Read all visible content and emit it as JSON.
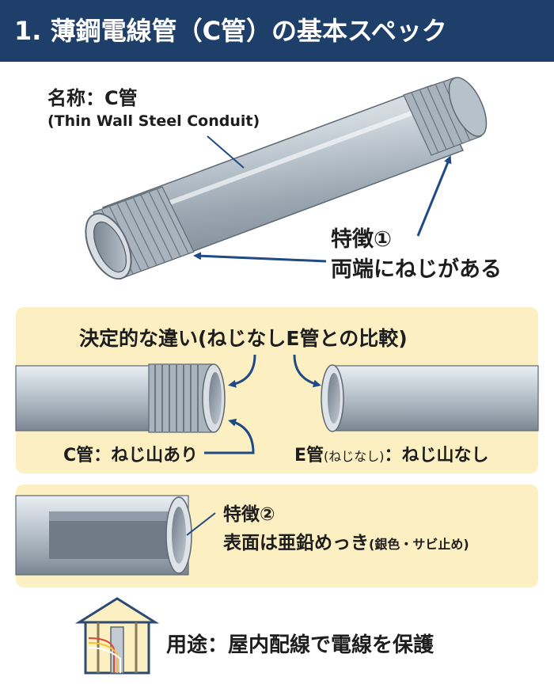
{
  "header": {
    "title": "1. 薄鋼電線管（C管）の基本スペック"
  },
  "section1": {
    "name_label": "名称：C管",
    "name_english": "(Thin Wall Steel Conduit)",
    "feature1_title": "特徴①",
    "feature1_text": "両端にねじがある"
  },
  "section2": {
    "heading": "決定的な違い(ねじなしE管との比較)",
    "c_label": "C管：ねじ山あり",
    "e_label_main": "E管",
    "e_label_paren": "(ねじなし)",
    "e_label_end": "：ねじ山なし"
  },
  "section3": {
    "feature2_title": "特徴②",
    "feature2_main": "表面は亜鉛めっき",
    "feature2_note": "(銀色・サビ止め)"
  },
  "footer": {
    "usage": "用途：屋内配線で電線を保護",
    "icon": "house-wiring-icon"
  },
  "colors": {
    "header_bg": "#1f3f6b",
    "panel_bg": "#fcefc2",
    "arrow": "#1f4a86",
    "pipe": "#b9c3cc"
  }
}
